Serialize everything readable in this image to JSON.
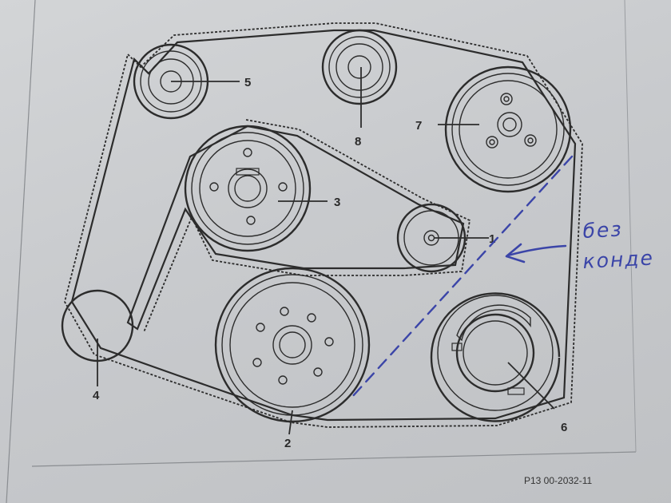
{
  "diagram": {
    "type": "belt-routing",
    "pulley_labels": [
      "1",
      "2",
      "3",
      "4",
      "5",
      "6",
      "7",
      "8"
    ],
    "reference": "P13 00-2032-11",
    "handwritten_note": [
      "без",
      "конде"
    ],
    "colors": {
      "ink": "#2c2c2c",
      "pen": "#3b45a8",
      "paper": "#c8cacd"
    }
  }
}
